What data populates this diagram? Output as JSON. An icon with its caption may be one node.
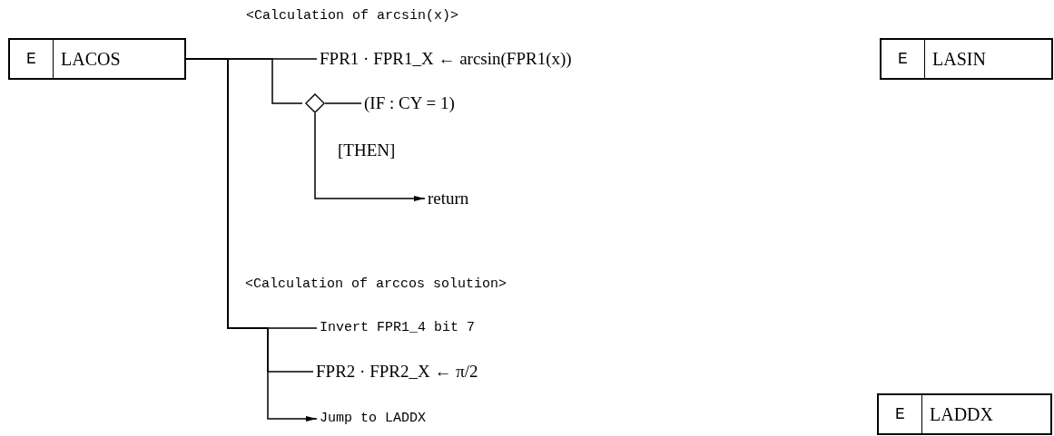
{
  "diagram": {
    "nodes": [
      {
        "text": [
          "E",
          "LACOS"
        ]
      },
      {
        "text": [
          "FPR1 · FPR1_X ← arcsin(FPR1(x))"
        ]
      },
      {
        "text": [],
        "shape": "diamond"
      },
      {
        "text": [
          "(IF : CY = 1)"
        ]
      },
      {
        "text": [
          "return"
        ]
      },
      {
        "text": [
          "Invert FPR1_4 bit 7"
        ]
      },
      {
        "text": [
          "FPR2 · FPR2_X ← π/2"
        ]
      },
      {
        "text": [
          "Jump to LADDX"
        ]
      },
      {
        "text": [
          "E",
          "LASIN"
        ]
      },
      {
        "text": [
          "E",
          "LADDX"
        ]
      }
    ],
    "edges": [
      {
        "from": 0,
        "to": 1,
        "arrow": "none"
      },
      {
        "from": 0,
        "to": 2,
        "arrow": "none"
      },
      {
        "from": 2,
        "to": 3,
        "arrow": "none"
      },
      {
        "from": 2,
        "to": 4,
        "arrow": "to"
      },
      {
        "from": 0,
        "to": 5,
        "arrow": "none"
      },
      {
        "from": 0,
        "to": 6,
        "arrow": "none"
      },
      {
        "from": 0,
        "to": 7,
        "arrow": "to"
      }
    ],
    "labels": [
      "<Calculation of arcsin(x)>",
      "[THEN]",
      "<Calculation of arccos solution>"
    ]
  }
}
